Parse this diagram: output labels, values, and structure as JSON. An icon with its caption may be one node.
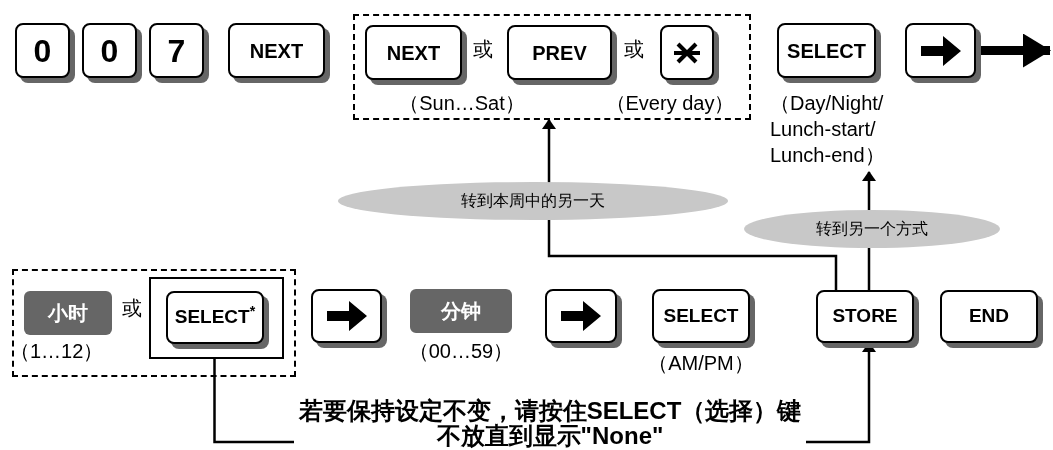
{
  "diagram": {
    "nodes": [
      {
        "text": [
          "0"
        ]
      },
      {
        "text": [
          "0"
        ]
      },
      {
        "text": [
          "7"
        ]
      },
      {
        "text": [
          "NEXT"
        ]
      },
      {
        "text": [],
        "shape": "box"
      },
      {
        "text": [
          "NEXT"
        ],
        "in": 4
      },
      {
        "text": [
          "PREV"
        ],
        "in": 4
      },
      {
        "text": [],
        "shape": "box",
        "in": 4,
        "beside": [
          "（Every day）"
        ]
      },
      {
        "text": [
          "SELECT"
        ],
        "beside": [
          "（Day/Night/ Lunch-start/ Lunch-end）"
        ]
      },
      {
        "text": [],
        "shape": "box"
      },
      {
        "text": [],
        "shape": "box"
      },
      {
        "text": [
          "小时"
        ],
        "in": 10,
        "beside": [
          "（1…12）"
        ]
      },
      {
        "text": [],
        "shape": "box",
        "in": 10
      },
      {
        "text": [
          "SELECT$^{*}$"
        ],
        "in": 12
      },
      {
        "text": [],
        "shape": "box"
      },
      {
        "text": [
          "分钟"
        ],
        "beside": [
          "（00…59）"
        ]
      },
      {
        "text": [],
        "shape": "box"
      },
      {
        "text": [
          "SELECT"
        ],
        "beside": [
          "（AM/PM）"
        ]
      },
      {
        "text": [
          "STORE"
        ]
      },
      {
        "text": [
          "END"
        ]
      },
      {
        "text": [
          "若要保持设定不变，请按住SELECT（选择）键不放直到显示\"None\""
        ]
      }
    ],
    "edges": [
      {
        "from": 18,
        "to": 4,
        "arrow": "to",
        "label": "转到本周中的另一天"
      },
      {
        "from": 18,
        "to": 8,
        "arrow": "to",
        "label": "转到另一个方式"
      },
      {
        "from": 12,
        "to": 20,
        "arrow": "none"
      },
      {
        "from": 20,
        "to": 18,
        "arrow": "to"
      },
      {
        "from": 9,
        "to": null,
        "arrow": "to",
        "style": "thick"
      }
    ],
    "labels": [
      "或",
      "或",
      "（Sun…Sat）",
      "或"
    ]
  }
}
